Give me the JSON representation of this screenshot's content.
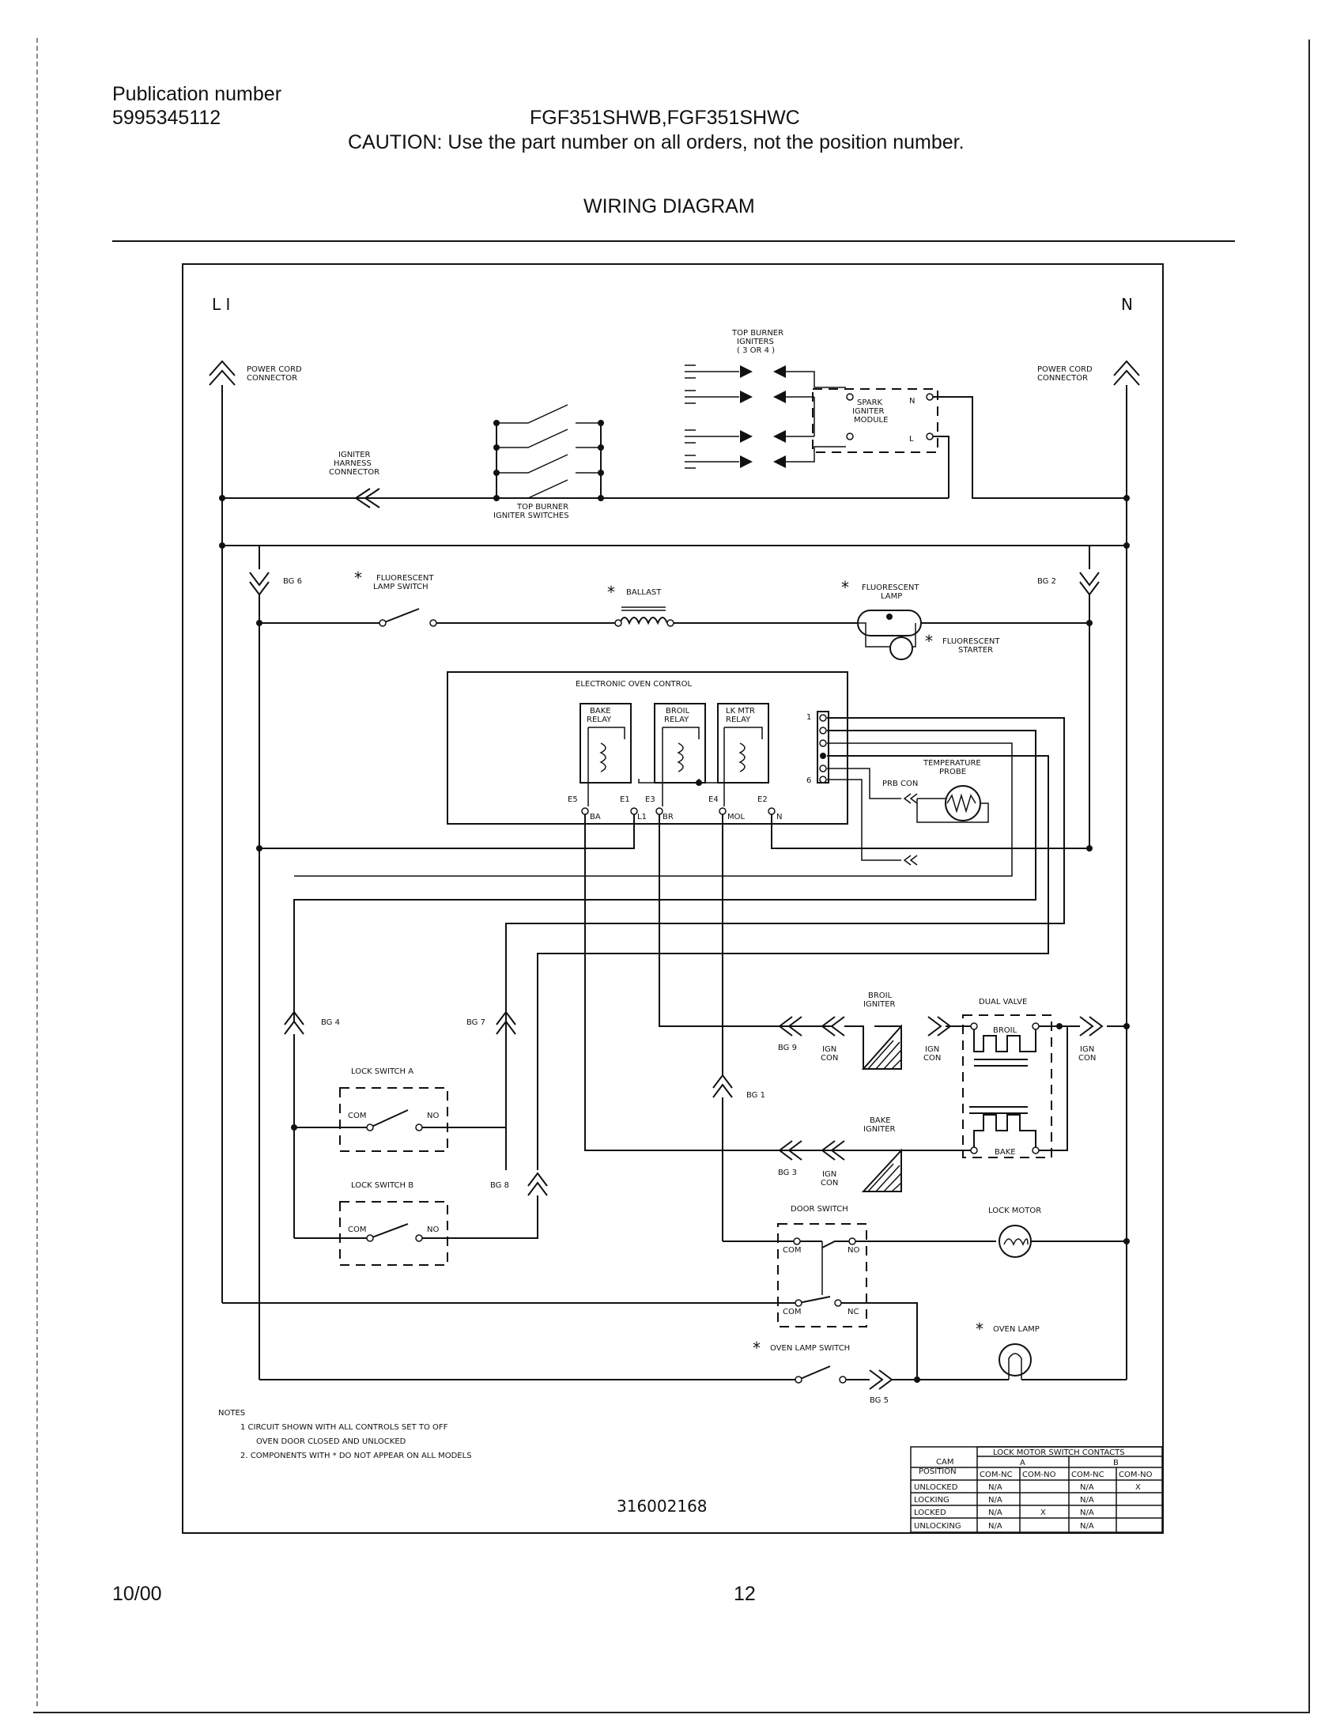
{
  "header": {
    "publication_label": "Publication number",
    "publication_number": "5995345112",
    "models": "FGF351SHWB,FGF351SHWC",
    "caution": "CAUTION:  Use the part number on all orders, not the position number.",
    "title": "WIRING DIAGRAM"
  },
  "diagram": {
    "line_l1": "L I",
    "line_n": "N",
    "power_cord_l": [
      "POWER CORD",
      "CONNECTOR"
    ],
    "power_cord_n": [
      "POWER CORD",
      "CONNECTOR"
    ],
    "top_burner_igniters": [
      "TOP BURNER",
      "IGNITERS",
      "( 3 OR 4 )"
    ],
    "spark_module": [
      "SPARK",
      "IGNITER",
      "MODULE"
    ],
    "module_n": "N",
    "module_l": "L",
    "igniter_harness": [
      "IGNITER",
      "HARNESS",
      "CONNECTOR"
    ],
    "igniter_switches": [
      "TOP BURNER",
      "IGNITER SWITCHES"
    ],
    "bg6": "BG 6",
    "bg2": "BG 2",
    "fluor_switch": [
      "FLUORESCENT",
      "LAMP SWITCH"
    ],
    "ballast": "BALLAST",
    "fluor_lamp": [
      "FLUORESCENT",
      "LAMP"
    ],
    "fluor_starter": [
      "FLUORESCENT",
      "STARTER"
    ],
    "star": "*",
    "eoc_title": "ELECTRONIC OVEN CONTROL",
    "bake_relay": [
      "BAKE",
      "RELAY"
    ],
    "broil_relay": [
      "BROIL",
      "RELAY"
    ],
    "lk_mtr_relay": [
      "LK MTR",
      "RELAY"
    ],
    "pin_1": "1",
    "pin_6": "6",
    "temp_probe": [
      "TEMPERATURE",
      "PROBE"
    ],
    "prb_con": "PRB CON",
    "e5": "E5",
    "e1": "E1",
    "e3": "E3",
    "e4": "E4",
    "e2": "E2",
    "ba": "BA",
    "l1": "L1",
    "br": "BR",
    "mol": "MOL",
    "n": "N",
    "bg4": "BG 4",
    "bg7": "BG 7",
    "lock_switch_a": "LOCK SWITCH A",
    "lock_switch_b": "LOCK SWITCH B",
    "com": "COM",
    "no": "NO",
    "nc": "NC",
    "bg8": "BG 8",
    "broil_igniter": [
      "BROIL",
      "IGNITER"
    ],
    "bake_igniter": [
      "BAKE",
      "IGNITER"
    ],
    "dual_valve": "DUAL VALVE",
    "broil": "BROIL",
    "bake": "BAKE",
    "bg9": "BG 9",
    "bg3": "BG 3",
    "bg1": "BG 1",
    "bg5": "BG 5",
    "ign_con": [
      "IGN",
      "CON"
    ],
    "door_switch": "DOOR SWITCH",
    "lock_motor": "LOCK MOTOR",
    "oven_lamp": "OVEN LAMP",
    "oven_lamp_switch": "OVEN LAMP SWITCH",
    "notes_title": "NOTES",
    "note1a": "1   CIRCUIT SHOWN WITH ALL CONTROLS SET TO OFF",
    "note1b": "OVEN DOOR CLOSED AND UNLOCKED",
    "note2": "2.  COMPONENTS WITH  *  DO NOT APPEAR ON ALL MODELS",
    "drawing_number": "316002168"
  },
  "contacts_table": {
    "title": "LOCK MOTOR SWITCH CONTACTS",
    "col_a": "A",
    "col_b": "B",
    "cam_position": [
      "CAM",
      "POSITION"
    ],
    "subheaders": [
      "COM-NC",
      "COM-NO",
      "COM-NC",
      "COM-NO"
    ],
    "rows": [
      {
        "label": "UNLOCKED",
        "cells": [
          "N/A",
          "",
          "N/A",
          "X"
        ]
      },
      {
        "label": "LOCKING",
        "cells": [
          "N/A",
          "",
          "N/A",
          ""
        ]
      },
      {
        "label": "LOCKED",
        "cells": [
          "N/A",
          "X",
          "N/A",
          ""
        ]
      },
      {
        "label": "UNLOCKING",
        "cells": [
          "N/A",
          "",
          "N/A",
          ""
        ]
      }
    ]
  },
  "footer": {
    "date": "10/00",
    "page": "12"
  }
}
